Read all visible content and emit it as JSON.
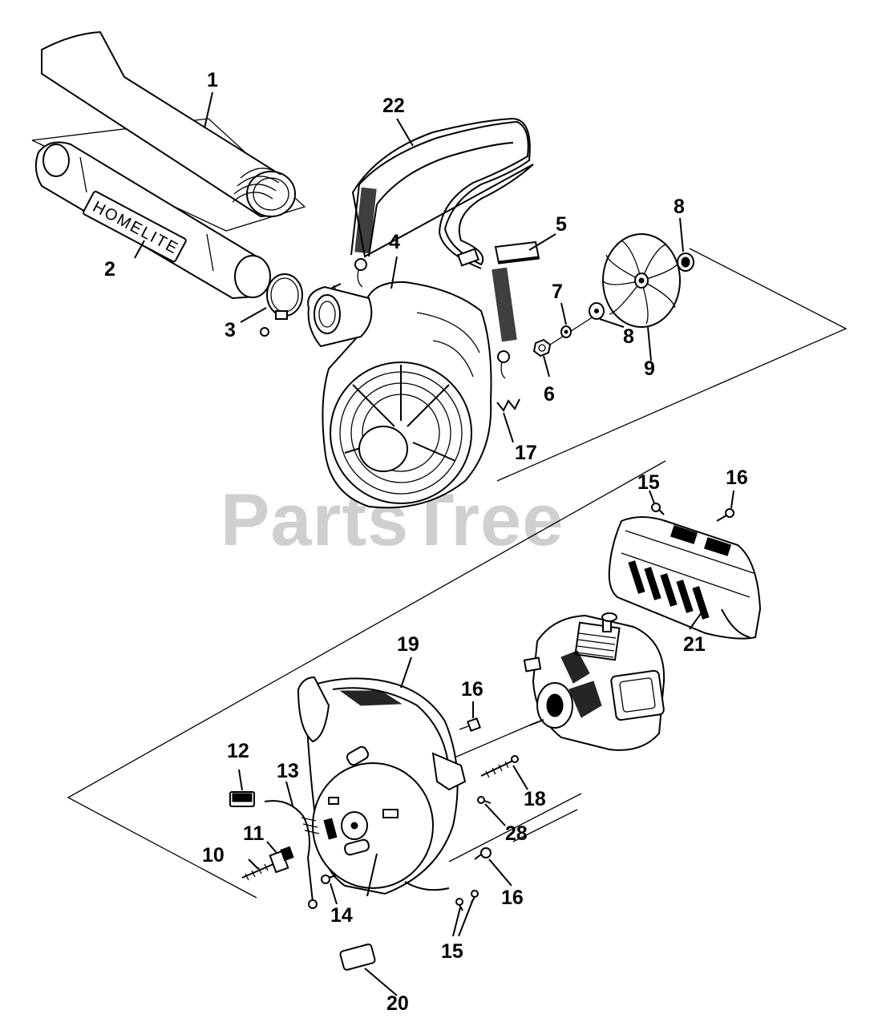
{
  "watermark": "PartsTree",
  "brand_label": "HOMELITE",
  "callouts": [
    "1",
    "2",
    "3",
    "4",
    "5",
    "6",
    "7",
    "8",
    "8",
    "9",
    "10",
    "11",
    "12",
    "13",
    "14",
    "15",
    "15",
    "16",
    "16",
    "16",
    "17",
    "18",
    "19",
    "20",
    "21",
    "22",
    "28"
  ]
}
